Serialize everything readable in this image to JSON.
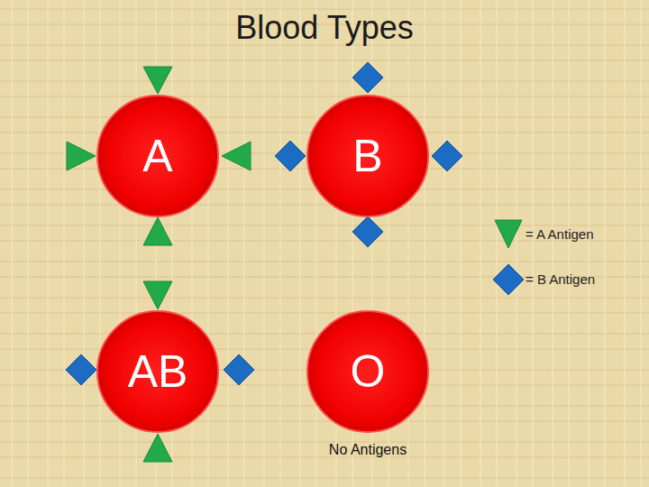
{
  "diagram": {
    "title": "Blood Types",
    "nodes": [
      {
        "text": [
          "A"
        ]
      },
      {
        "text": [
          "B"
        ]
      },
      {
        "text": [
          "AB"
        ]
      },
      {
        "text": [
          "O",
          "No Antigens"
        ]
      }
    ],
    "legend": [
      {
        "text": "= A Antigen"
      },
      {
        "text": "= B Antigen"
      }
    ]
  }
}
